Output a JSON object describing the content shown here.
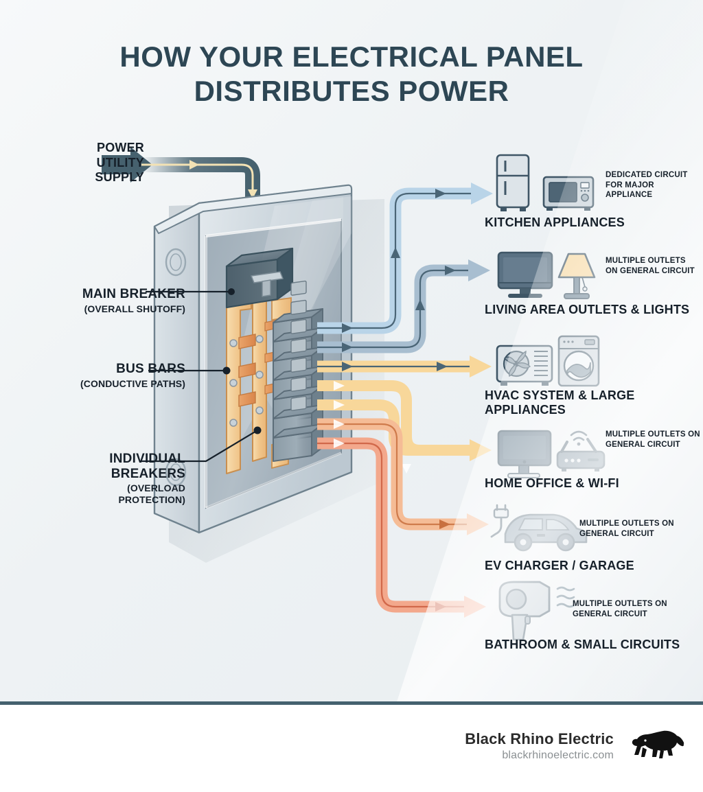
{
  "title": {
    "line1": "HOW YOUR ELECTRICAL PANEL",
    "line2": "DISTRIBUTES POWER"
  },
  "colors": {
    "background": "#eef2f4",
    "title_text": "#2d4654",
    "body_text": "#16202a",
    "divider": "#44616e",
    "panel_body": "#cfd8de",
    "panel_interior": "#a9b6bf",
    "breaker_dark": "#5b6f7b",
    "bus_bar_gold": "#f2c98a",
    "bus_bar_copper": "#e2955c",
    "flow_blue": "#b9d4e8",
    "flow_steel": "#a8bed0",
    "flow_amber": "#f8d79a",
    "flow_peach": "#f5bc96",
    "flow_salmon": "#f3a88c",
    "arrow_slate": "#4a6576",
    "supply_pipe": "#4e6a79"
  },
  "callouts": [
    {
      "id": "power",
      "main": "POWER\nUTILITY\nSUPPLY",
      "sub": "",
      "icon": "supply-arrow-icon"
    },
    {
      "id": "main-breaker",
      "main": "MAIN BREAKER",
      "sub": "(OVERALL SHUTOFF)",
      "icon": "leader-line-icon"
    },
    {
      "id": "bus-bars",
      "main": "BUS BARS",
      "sub": "(CONDUCTIVE PATHS)",
      "icon": "leader-line-icon"
    },
    {
      "id": "individual-breakers",
      "main": "INDIVIDUAL\nBREAKERS",
      "sub": "(OVERLOAD\nPROTECTION)",
      "icon": "leader-line-icon"
    }
  ],
  "circuits": [
    {
      "label": "KITCHEN APPLIANCES",
      "note": "DEDICATED CIRCUIT FOR MAJOR APPLIANCE",
      "icons": [
        "refrigerator-icon",
        "microwave-icon"
      ],
      "color": "#b9d4e8"
    },
    {
      "label": "LIVING AREA OUTLETS & LIGHTS",
      "note": "MULTIPLE OUTLETS ON GENERAL CIRCUIT",
      "icons": [
        "television-icon",
        "table-lamp-icon"
      ],
      "color": "#a8bed0"
    },
    {
      "label": "HVAC SYSTEM & LARGE APPLIANCES",
      "note": "",
      "icons": [
        "hvac-condenser-icon",
        "washing-machine-icon"
      ],
      "color": "#f8d79a"
    },
    {
      "label": "HOME OFFICE & WI-FI",
      "note": "MULTIPLE OUTLETS ON GENERAL CIRCUIT",
      "icons": [
        "desktop-monitor-icon",
        "wifi-router-icon"
      ],
      "color": "#f8d79a"
    },
    {
      "label": "EV CHARGER / GARAGE",
      "note": "MULTIPLE OUTLETS ON GENERAL CIRCUIT",
      "icons": [
        "ev-car-charger-icon"
      ],
      "color": "#f5bc96"
    },
    {
      "label": "BATHROOM & SMALL CIRCUITS",
      "note": "MULTIPLE OUTLETS ON GENERAL CIRCUIT",
      "icons": [
        "hair-dryer-icon"
      ],
      "color": "#f3a88c"
    }
  ],
  "panel": {
    "breaker_count": 7,
    "bus_bar_count": 2,
    "main_breaker_label": "main-breaker-switch"
  },
  "footer": {
    "brand_name": "Black Rhino Electric",
    "url": "blackrhinoelectric.com",
    "logo": "rhino-logo-icon"
  }
}
